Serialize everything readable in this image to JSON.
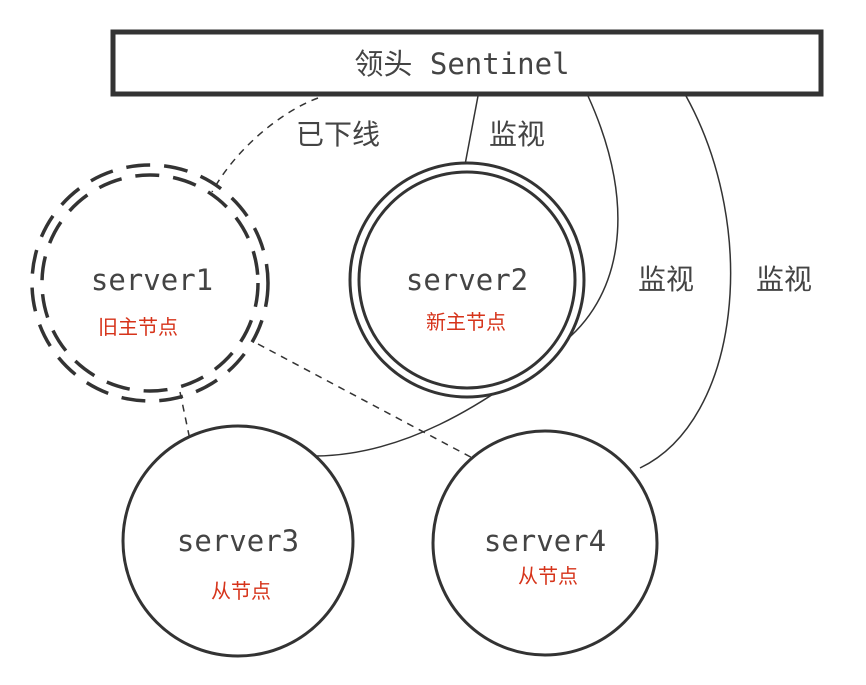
{
  "leader": {
    "label": "领头 Sentinel"
  },
  "edges": {
    "offline_label": "已下线",
    "monitor_server2": "监视",
    "monitor_server3": "监视",
    "monitor_server4": "监视"
  },
  "nodes": {
    "server1": {
      "name": "server1",
      "role": "旧主节点"
    },
    "server2": {
      "name": "server2",
      "role": "新主节点"
    },
    "server3": {
      "name": "server3",
      "role": "从节点"
    },
    "server4": {
      "name": "server4",
      "role": "从节点"
    }
  },
  "colors": {
    "line": "#333333",
    "role_text": "#d6331a",
    "text": "#444444"
  }
}
